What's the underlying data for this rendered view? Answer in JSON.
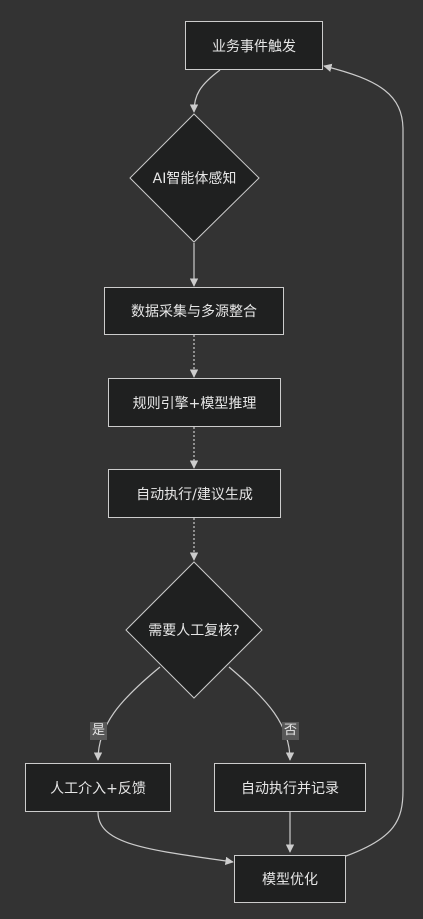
{
  "nodes": {
    "trigger": "业务事件触发",
    "ai_sense": "AI智能体感知",
    "collect": "数据采集与多源整合",
    "rules": "规则引擎+模型推理",
    "auto_exec": "自动执行/建议生成",
    "review": "需要人工复核?",
    "manual": "人工介入+反馈",
    "auto_record": "自动执行并记录",
    "optimize": "模型优化"
  },
  "edges": {
    "yes": "是",
    "no": "否"
  },
  "colors": {
    "background": "#333333",
    "node_fill": "#1f2020",
    "node_stroke": "#cccccc",
    "edge": "#cccccc",
    "text": "#e6e6e6",
    "edge_label_bg": "#585858"
  }
}
